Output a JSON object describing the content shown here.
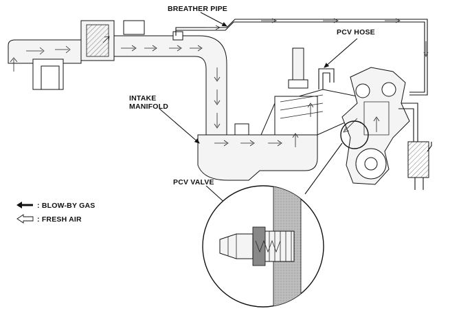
{
  "labels": {
    "breather_pipe": "BREATHER PIPE",
    "pcv_hose": "PCV HOSE",
    "intake_manifold_line1": "INTAKE",
    "intake_manifold_line2": "MANIFOLD",
    "pcv_valve": "PCV VALVE"
  },
  "legend": {
    "blow_by_gas": ": BLOW-BY GAS",
    "fresh_air": ": FRESH AIR"
  },
  "colors": {
    "line": "#111111",
    "part_fill": "#f4f4f4",
    "wall_shade": "#b8b8b8"
  }
}
